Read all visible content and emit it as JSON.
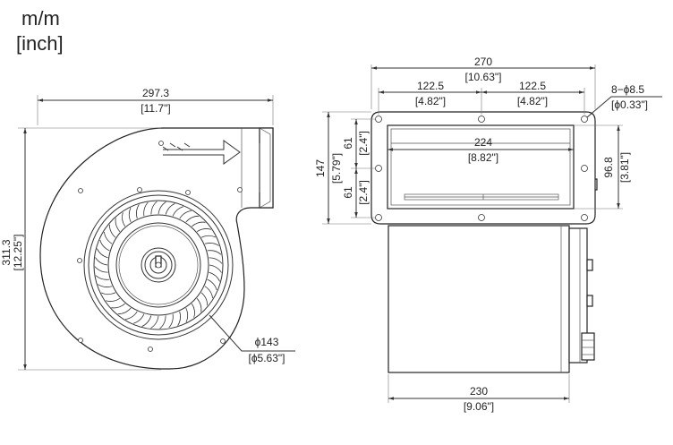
{
  "units": {
    "metric": "m/m",
    "imperial": "[inch]"
  },
  "left_view": {
    "width_mm": "297.3",
    "width_in": "[11.7\"]",
    "height_mm": "311.3",
    "height_in": "[12.25\"]",
    "impeller_dia_mm": "ϕ143",
    "impeller_dia_in": "[ϕ5.63\"]"
  },
  "right_view": {
    "flange_width_mm": "270",
    "flange_width_in": "[10.63\"]",
    "hole_pitch_left_mm": "122.5",
    "hole_pitch_left_in": "[4.82\"]",
    "hole_pitch_right_mm": "122.5",
    "hole_pitch_right_in": "[4.82\"]",
    "holes_mm": "8−ϕ8.5",
    "holes_in": "[ϕ0.33\"]",
    "outlet_width_mm": "224",
    "outlet_width_in": "[8.82\"]",
    "flange_height_mm": "147",
    "flange_height_in": "[5.79\"]",
    "upper_pitch_mm": "61",
    "upper_pitch_in": "[2.4\"]",
    "lower_pitch_mm": "61",
    "lower_pitch_in": "[2.4\"]",
    "outlet_height_mm": "96.8",
    "outlet_height_in": "[3.81\"]",
    "body_width_mm": "230",
    "body_width_in": "[9.06\"]"
  }
}
